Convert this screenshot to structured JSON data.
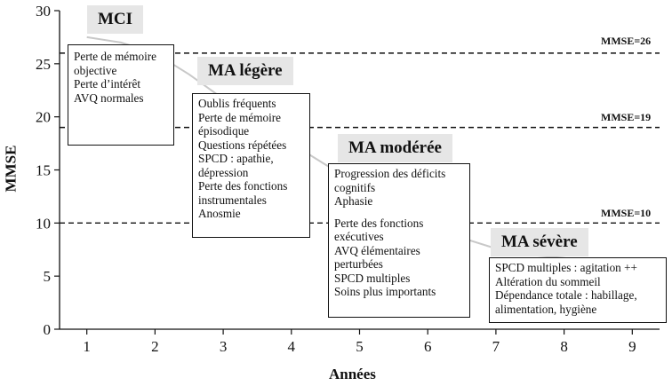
{
  "chart_data": {
    "type": "line",
    "xlabel": "Années",
    "ylabel": "MMSE",
    "xlim": [
      0.6,
      9.4
    ],
    "ylim": [
      0,
      30
    ],
    "xticks": [
      1,
      2,
      3,
      4,
      5,
      6,
      7,
      8,
      9
    ],
    "yticks": [
      0,
      5,
      10,
      15,
      20,
      25,
      30
    ],
    "grid": false,
    "series": [
      {
        "color": "#c8c8c8",
        "x": [
          1.0,
          1.5,
          2.0,
          2.5,
          3.0,
          3.5,
          4.0,
          4.5,
          5.0,
          5.5,
          6.0,
          6.5,
          7.0,
          7.5,
          8.0,
          8.5,
          9.0
        ],
        "y": [
          27.5,
          27.0,
          26.0,
          24.0,
          21.7,
          19.5,
          17.5,
          15.5,
          13.6,
          12.0,
          10.2,
          8.6,
          7.6,
          7.0,
          6.7,
          6.5,
          6.3
        ]
      }
    ],
    "thresholds": [
      {
        "y": 26,
        "label": "MMSE=26"
      },
      {
        "y": 19,
        "label": "MMSE=19"
      },
      {
        "y": 10,
        "label": "MMSE=10"
      }
    ],
    "stages": [
      {
        "title": "MCI",
        "items": [
          "Perte de mémoire objective",
          "Perte d’intérêt",
          "AVQ normales"
        ]
      },
      {
        "title": "MA légère",
        "items": [
          "Oublis fréquents",
          "Perte de mémoire épisodique",
          "Questions répétées",
          "SPCD : apathie, dépression",
          "Perte des fonctions instrumentales",
          "Anosmie"
        ]
      },
      {
        "title": "MA modérée",
        "items": [
          "Progression des déficits cognitifs",
          "Aphasie",
          "Perte des fonctions exécutives",
          "AVQ élémentaires perturbées",
          "SPCD multiples",
          "Soins plus importants"
        ]
      },
      {
        "title": "MA sévère",
        "items": [
          "SPCD multiples : agitation ++",
          "Altération du sommeil",
          "Dépendance totale : habillage, alimentation, hygiène"
        ]
      }
    ]
  }
}
